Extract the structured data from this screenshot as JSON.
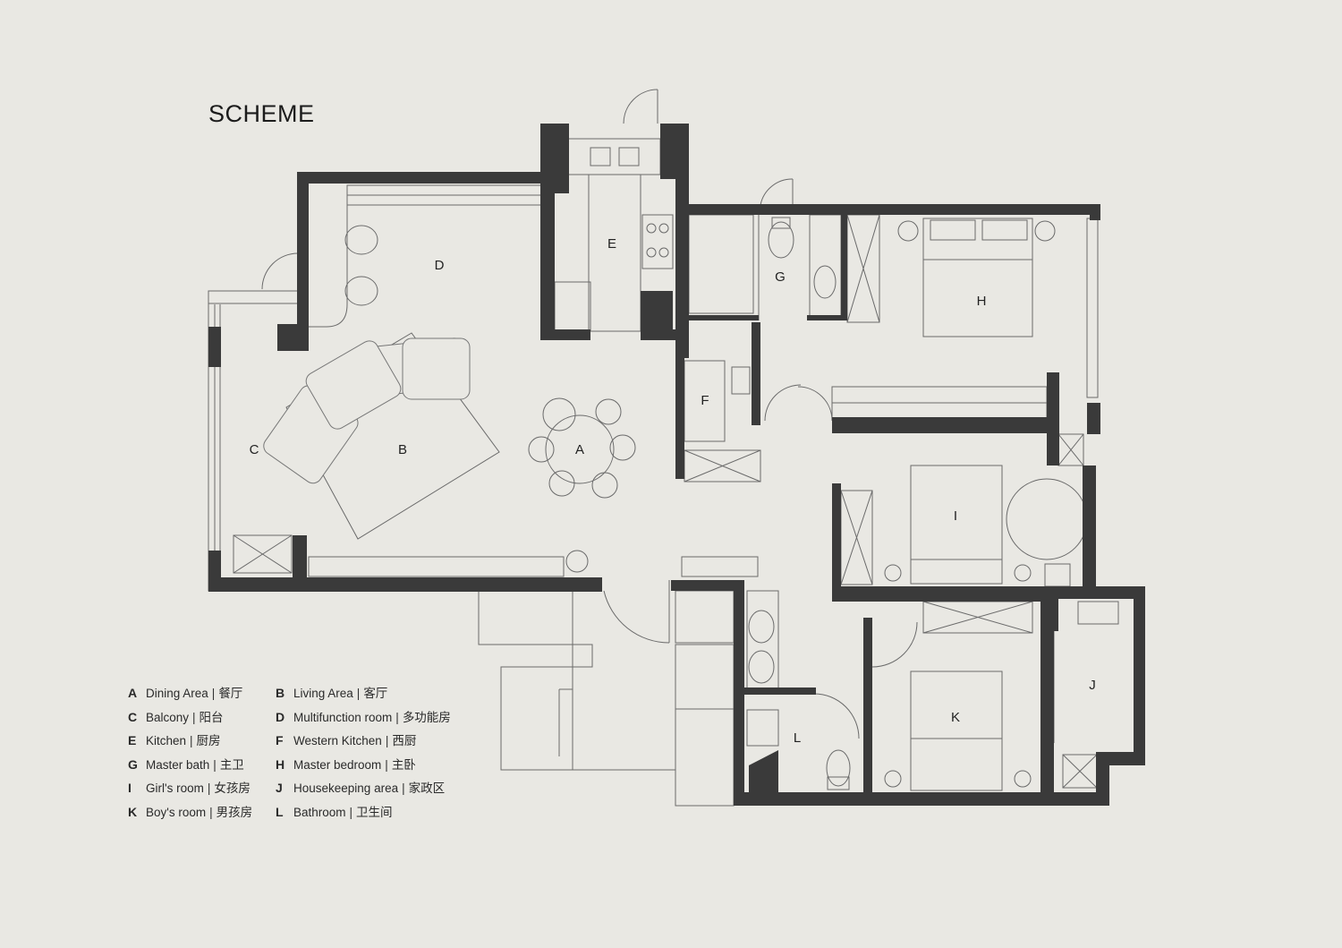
{
  "title": "SCHEME",
  "room_labels": [
    "A",
    "B",
    "C",
    "D",
    "E",
    "F",
    "G",
    "H",
    "I",
    "J",
    "K",
    "L"
  ],
  "legend": [
    {
      "key": "A",
      "en": "Dining Area",
      "zh": "餐厅"
    },
    {
      "key": "B",
      "en": "Living Area",
      "zh": "客厅"
    },
    {
      "key": "C",
      "en": "Balcony",
      "zh": "阳台"
    },
    {
      "key": "D",
      "en": "Multifunction room",
      "zh": "多功能房"
    },
    {
      "key": "E",
      "en": "Kitchen",
      "zh": "厨房"
    },
    {
      "key": "F",
      "en": "Western Kitchen",
      "zh": "西厨"
    },
    {
      "key": "G",
      "en": "Master bath",
      "zh": "主卫"
    },
    {
      "key": "H",
      "en": "Master bedroom",
      "zh": "主卧"
    },
    {
      "key": "I",
      "en": "Girl's room",
      "zh": "女孩房"
    },
    {
      "key": "J",
      "en": "Housekeeping area",
      "zh": "家政区"
    },
    {
      "key": "K",
      "en": "Boy's room",
      "zh": "男孩房"
    },
    {
      "key": "L",
      "en": "Bathroom",
      "zh": "卫生间"
    }
  ],
  "colors": {
    "background": "#e9e8e3",
    "wall": "#3a3a3a",
    "line": "#555555",
    "fill_light": "#dcdcd7"
  }
}
